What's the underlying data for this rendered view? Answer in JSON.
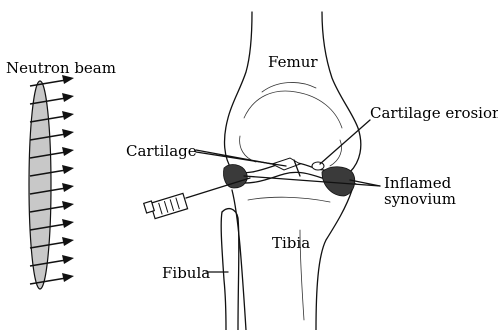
{
  "labels": {
    "neutron_beam": "Neutron beam",
    "femur": "Femur",
    "cartilage_erosion": "Cartilage erosion",
    "cartilage": "Cartilage",
    "inflamed_line1": "Inflamed",
    "inflamed_line2": "synovium",
    "tibia": "Tibia",
    "fibula": "Fibula"
  },
  "colors": {
    "ink": "#111111",
    "beam_fill": "#c8c8c8",
    "synovium_shade": "#3a3a3a",
    "background": "#ffffff"
  },
  "icons": {
    "beam_source": "neutron-beam-ellipse",
    "syringe": "syringe-icon"
  }
}
